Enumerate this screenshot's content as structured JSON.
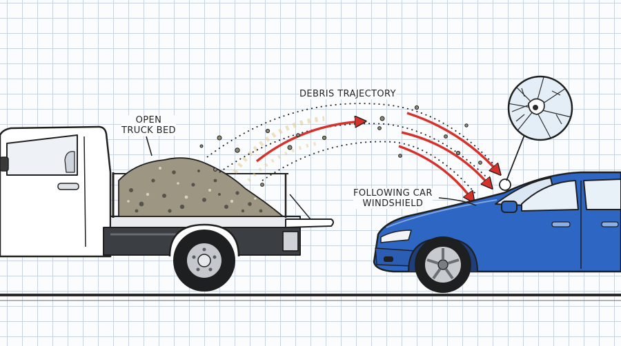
{
  "labels": {
    "debris_trajectory": "DEBRIS TRAJECTORY",
    "open_truck_bed": [
      "OPEN",
      "TRUCK BED"
    ],
    "following_car_windshield": [
      "FOLLOWING CAR",
      "WINDSHIELD"
    ]
  },
  "colors": {
    "arrow_red": "#d6322b",
    "car_blue": "#2e66c4",
    "truck_white": "#ffffff",
    "gravel": "#9c9682",
    "grid_line": "#c8d3df",
    "ink": "#1f1f1f"
  },
  "icons": {
    "impact": "cracked-glass-icon"
  }
}
